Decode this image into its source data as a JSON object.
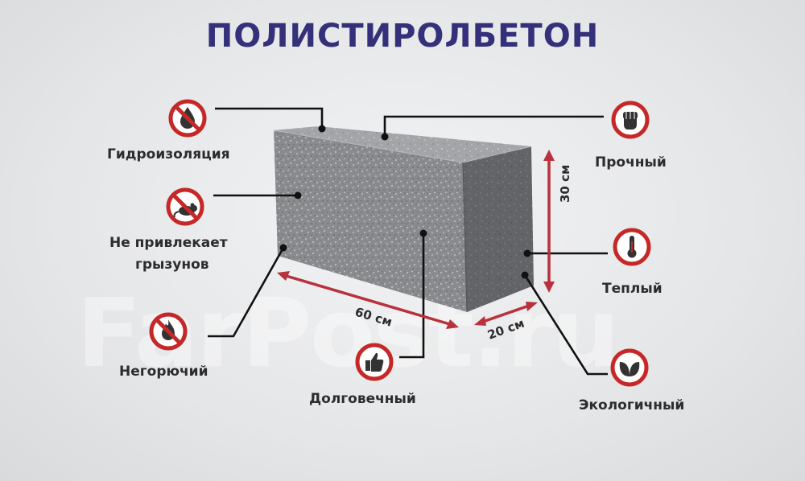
{
  "title": "ПОЛИСТИРОЛБЕТОН",
  "watermark": "FarPost.ru",
  "colors": {
    "title": "#34307a",
    "arrow": "#b8313c",
    "icon_ring": "#c62828",
    "text": "#2c2c2c"
  },
  "features": {
    "waterproof": {
      "label": "Гидроизоляция",
      "icon": "no-water-drop-icon"
    },
    "rodents": {
      "label_line1": "Не привлекает",
      "label_line2": "грызунов",
      "icon": "no-rodent-icon"
    },
    "fireproof": {
      "label": "Негорючий",
      "icon": "no-fire-icon"
    },
    "durable": {
      "label": "Долговечный",
      "icon": "thumbs-up-icon"
    },
    "strong": {
      "label": "Прочный",
      "icon": "fist-icon"
    },
    "warm": {
      "label": "Теплый",
      "icon": "thermometer-icon"
    },
    "eco": {
      "label": "Экологичный",
      "icon": "leaves-icon"
    }
  },
  "dimensions": {
    "length": "60 см",
    "width": "20 см",
    "height": "30 см"
  }
}
